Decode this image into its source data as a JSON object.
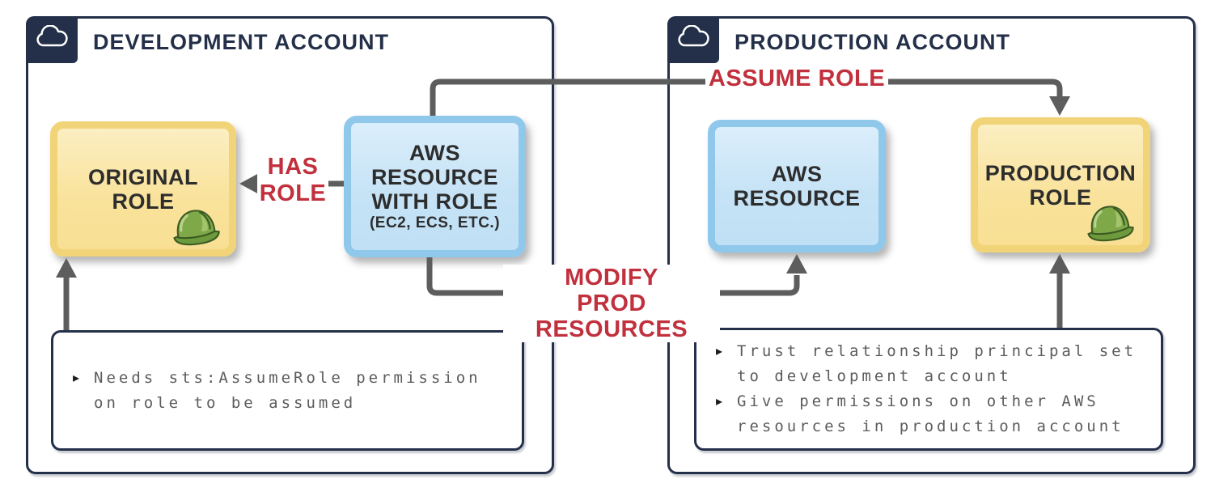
{
  "ui": {
    "bullet_char": "▸"
  },
  "colors": {
    "navy": "#243049",
    "label_red": "#c1303c",
    "arrow_gray": "#5d5d5d",
    "yellow_border": "#f2d478",
    "yellow_fill": "#f9e29a",
    "blue_border": "#90c8ec",
    "blue_fill": "#c6e3f6",
    "helmet_green": "#7fa848"
  },
  "dev_account": {
    "title": "DEVELOPMENT ACCOUNT",
    "role_box": {
      "lines": [
        "ORIGINAL",
        "ROLE"
      ]
    },
    "resource_box": {
      "lines": [
        "AWS",
        "RESOURCE",
        "WITH ROLE"
      ],
      "subtitle": "(EC2, ECS, ETC.)"
    },
    "note_rows": [
      {
        "marker": "▸",
        "text": "Needs sts:AssumeRole permission"
      },
      {
        "marker": "",
        "text": "on role to be assumed"
      }
    ]
  },
  "prod_account": {
    "title": "PRODUCTION ACCOUNT",
    "resource_box": {
      "lines": [
        "AWS",
        "RESOURCE"
      ]
    },
    "role_box": {
      "lines": [
        "PRODUCTION",
        "ROLE"
      ]
    },
    "note_rows": [
      {
        "marker": "▸",
        "text": "Trust relationship principal set"
      },
      {
        "marker": "",
        "text": "to development account"
      },
      {
        "marker": "▸",
        "text": "Give permissions on other AWS"
      },
      {
        "marker": "",
        "text": "resources in production account"
      }
    ]
  },
  "arrow_labels": {
    "has_role": {
      "line1": "HAS",
      "line2": "ROLE"
    },
    "assume_role": "ASSUME ROLE",
    "modify_prod": {
      "line1": "MODIFY",
      "line2": "PROD RESOURCES"
    }
  }
}
